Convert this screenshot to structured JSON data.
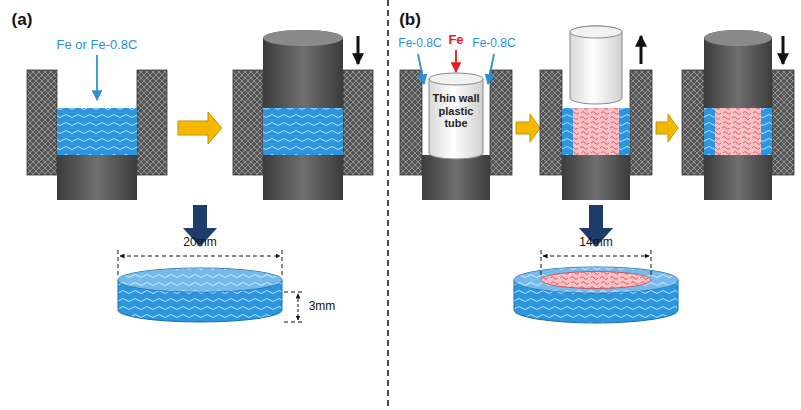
{
  "diagram": {
    "nodes": [
      {
        "text": [
          "Thin wall plastic tube"
        ]
      }
    ],
    "labels": [
      "(a)",
      "Fe or Fe-0.8C",
      "20mm",
      "3mm",
      "(b)",
      "Fe-0.8C",
      "Fe",
      "Fe-0.8C",
      "14mm"
    ]
  }
}
